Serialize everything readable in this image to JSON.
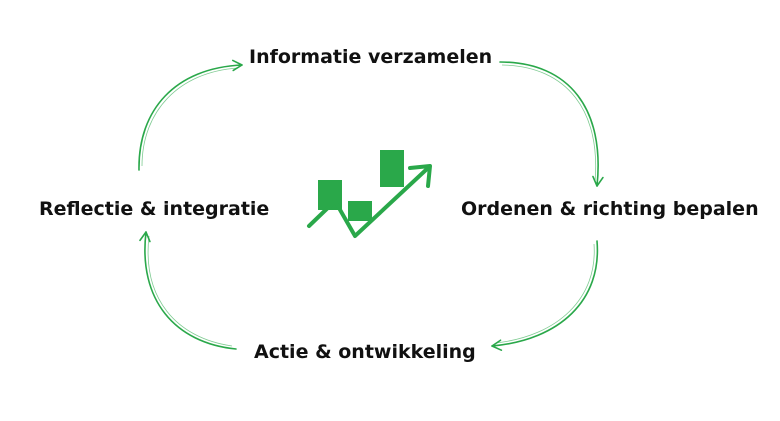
{
  "diagram": {
    "steps": [
      {
        "id": "top",
        "label": "Informatie verzamelen"
      },
      {
        "id": "right",
        "label": "Ordenen & richting bepalen"
      },
      {
        "id": "bottom",
        "label": "Actie & ontwikkeling"
      },
      {
        "id": "left",
        "label": "Reflectie & integratie"
      }
    ],
    "center_icon": "growth-chart-icon",
    "accent_color": "#2aa84a",
    "text_color": "#111111",
    "background_color": "#ffffff"
  }
}
